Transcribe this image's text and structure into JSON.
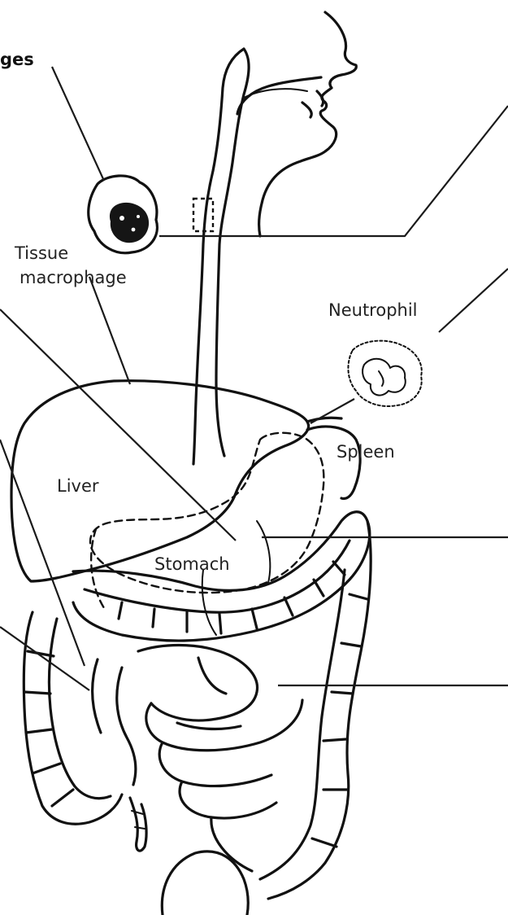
{
  "labels": {
    "cut_top_left": "ges",
    "tissue": "Tissue",
    "macrophage": "macrophage",
    "neutrophil": "Neutrophil",
    "spleen": "Spleen",
    "liver": "Liver",
    "stomach": "Stomach"
  },
  "colors": {
    "ink": "#111111",
    "background": "#ffffff"
  }
}
